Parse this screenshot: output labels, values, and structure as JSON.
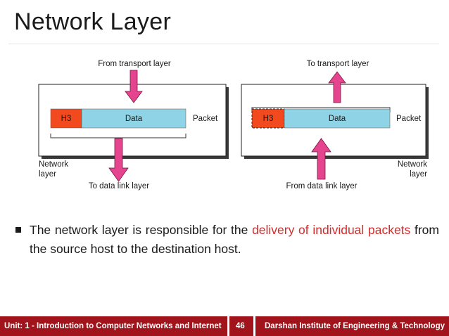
{
  "slide": {
    "title": "Network Layer"
  },
  "diagram": {
    "left": {
      "arrow_in_label": "From transport layer",
      "arrow_out_label": "To data link layer",
      "header_label": "H3",
      "data_label": "Data",
      "packet_label": "Packet",
      "layer_label_line1": "Network",
      "layer_label_line2": "layer"
    },
    "right": {
      "arrow_out_label": "To transport layer",
      "arrow_in_label": "From data link layer",
      "header_label": "H3",
      "data_label": "Data",
      "packet_label": "Packet",
      "layer_label_line1": "Network",
      "layer_label_line2": "layer"
    },
    "colors": {
      "header": "#f24a1e",
      "data": "#8fd3e6",
      "arrow": "#e5458f"
    }
  },
  "bullet": {
    "pre": "The network layer is responsible for the ",
    "highlight": "delivery of individual packets",
    "post": " from the source host to the destination host."
  },
  "footer": {
    "unit": "Unit: 1 - Introduction to Computer Networks and Internet",
    "page": "46",
    "institute": "Darshan Institute of Engineering & Technology"
  }
}
